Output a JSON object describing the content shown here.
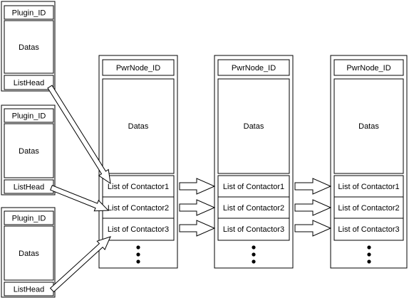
{
  "plugins": [
    {
      "id_label": "Plugin_ID",
      "data_label": "Datas",
      "head_label": "ListHead"
    },
    {
      "id_label": "Plugin_ID",
      "data_label": "Datas",
      "head_label": "ListHead"
    },
    {
      "id_label": "Plugin_ID",
      "data_label": "Datas",
      "head_label": "ListHead"
    }
  ],
  "pwr_nodes": [
    {
      "id_label": "PwrNode_ID",
      "data_label": "Datas",
      "contactors": [
        "List of Contactor1",
        "List of Contactor2",
        "List of Contactor3"
      ]
    },
    {
      "id_label": "PwrNode_ID",
      "data_label": "Datas",
      "contactors": [
        "List of Contactor1",
        "List of Contactor2",
        "List of Contactor3"
      ]
    },
    {
      "id_label": "PwrNode_ID",
      "data_label": "Datas",
      "contactors": [
        "List of Contactor1",
        "List of Contactor2",
        "List of Contactor3"
      ]
    }
  ]
}
